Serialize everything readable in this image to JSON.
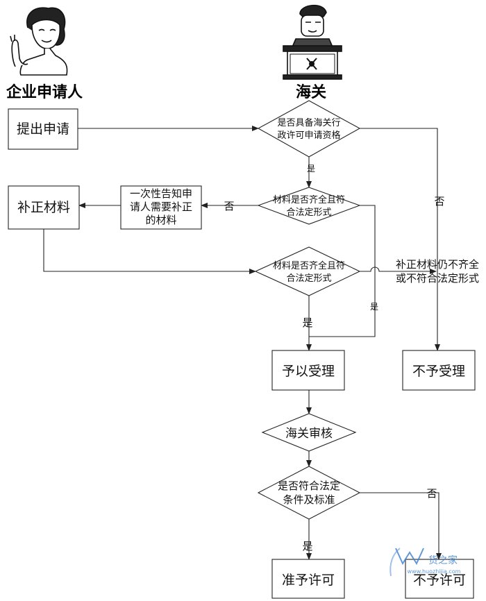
{
  "actors": {
    "applicant": "企业申请人",
    "customs": "海关"
  },
  "nodes": {
    "submit": "提出申请",
    "q_eligible": [
      "是否具备海关行",
      "政许可申请资格"
    ],
    "q_materials_1": [
      "材料是否齐全且符",
      "合法定形式"
    ],
    "notify": [
      "一次性告知申",
      "请人需要补正",
      "的材料"
    ],
    "supplement": "补正材料",
    "q_materials_2": [
      "材料是否齐全且符",
      "合法定形式"
    ],
    "accept": "予以受理",
    "reject_accept": "不予受理",
    "review": "海关审核",
    "q_standard": [
      "是否符合法定",
      "条件及标准"
    ],
    "grant": "准予许可",
    "deny": "不予许可"
  },
  "edge_labels": {
    "yes_1": "是",
    "no_1": "否",
    "no_2": "否",
    "yes_2": "是",
    "yes_3": "是",
    "still_incomplete": [
      "补正材料仍不齐全",
      "或不符合法定形式"
    ],
    "yes_4": "是",
    "no_3": "否"
  },
  "watermark": {
    "brand": "货之家",
    "site": "www.huozhijia.com"
  },
  "colors": {
    "line": "#222222",
    "watermark": "#3a7fd0"
  }
}
